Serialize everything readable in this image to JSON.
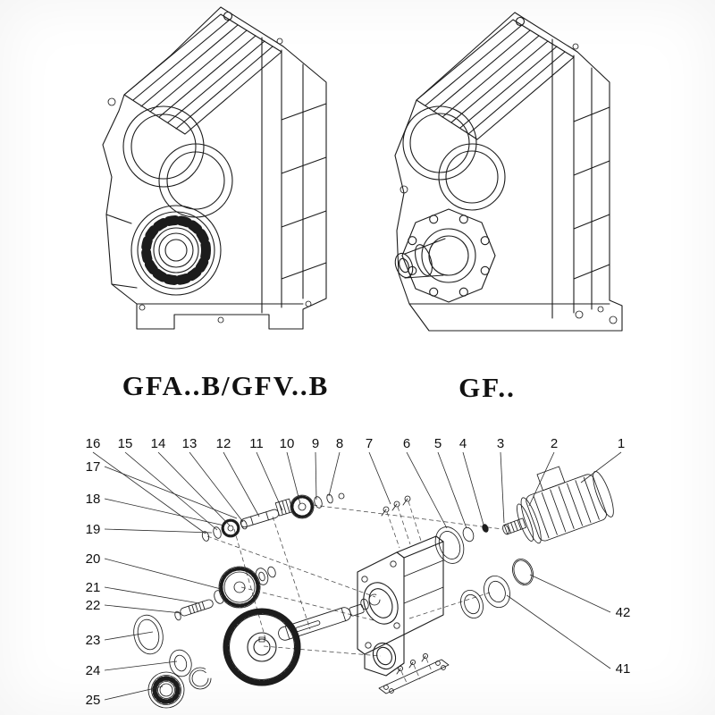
{
  "page": {
    "background": "#ffffff",
    "line_color": "#1c1c1c"
  },
  "figures": {
    "left_label": "GFA..B/GFV..B",
    "right_label": "GF.."
  },
  "exploded": {
    "callouts_top": [
      "16",
      "15",
      "14",
      "13",
      "12",
      "11",
      "10",
      "9",
      "8",
      "7",
      "6",
      "5",
      "4",
      "3",
      "2",
      "1"
    ],
    "callouts_left": [
      "17",
      "18",
      "19",
      "20",
      "21",
      "22",
      "23",
      "24",
      "25"
    ],
    "callouts_right": [
      "42",
      "41"
    ]
  }
}
